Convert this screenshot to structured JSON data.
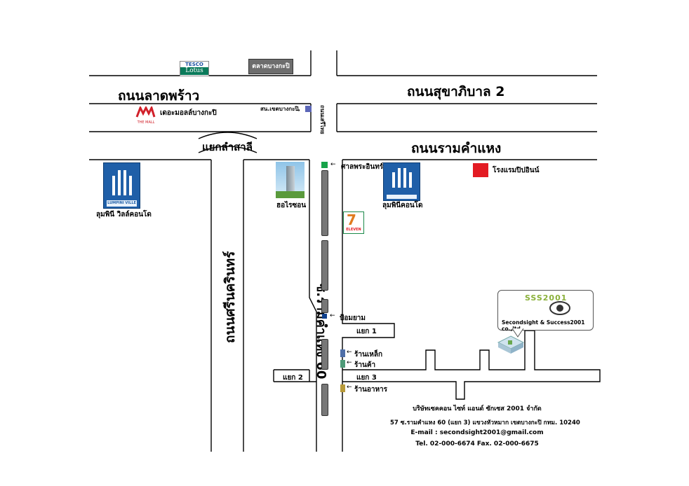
{
  "roads": {
    "lat_phrao": "ถนนลาดพร้าว",
    "sukhaphiban2": "ถนนสุขาภิบาล 2",
    "ramkhamhaeng": "ถนนรามคำแหง",
    "srinakarin": "ถนนศรีนครินทร์",
    "soi60": "ซ.รามคำแหง 60",
    "serithai": "ถนนเสรีไทย",
    "intersection": "แยกลำสาลี",
    "yaek1": "แยก 1",
    "yaek2": "แยก 2",
    "yaek3": "แยก 3"
  },
  "landmarks": {
    "tesco_top": "TESCO",
    "tesco_bottom": "Lotus",
    "market": "ตลาดบางกะปิ",
    "mall_label": "เดอะมอลล์บางกะปิ",
    "mall_logo_caption": "THE MALL",
    "district_office": "สน.เขตบางกะปิ",
    "shrine": "ศาลพระอินทร์",
    "hotel": "โรงแรมปิปอินน์",
    "horizon": "ฮอไรซอน",
    "lumpini_condo": "ลุมพินีคอนโด",
    "lumpini_ville": "ลุมพินี วิลล์คอนโด",
    "lumpini_ville_tag": "LUMPINI VILLE",
    "seven_eleven": "ELEVEN",
    "guard_post": "ป้อมยาม",
    "steel_shop": "ร้านเหล็ก",
    "shop": "ร้านค้า",
    "restaurant": "ร้านอาหาร"
  },
  "company": {
    "logo_text": "SSS2001",
    "name_en": "Secondsight & Success2001 co.,ltd.",
    "name_th": "บริษัทเซคคอน ไซท์ แอนด์ ซักเซส 2001 จำกัด",
    "address": "57 ซ.รามคำแหง 60 (แยก 3) แขวงหัวหมาก เขตบางกะปิ กทม. 10240",
    "email": "E-mail : secondsight2001@gmail.com",
    "phone": "Tel. 02-000-6674 Fax. 02-000-6675"
  },
  "colors": {
    "shrine": "#17a34a",
    "hotel": "#e31b23",
    "guard_post": "#0e3f8c",
    "steel_shop": "#4f6fa8",
    "shop": "#4e9a78",
    "restaurant": "#b89a3a",
    "district_office": "#5c67b8",
    "condo_blue": "#1f5fa8"
  }
}
